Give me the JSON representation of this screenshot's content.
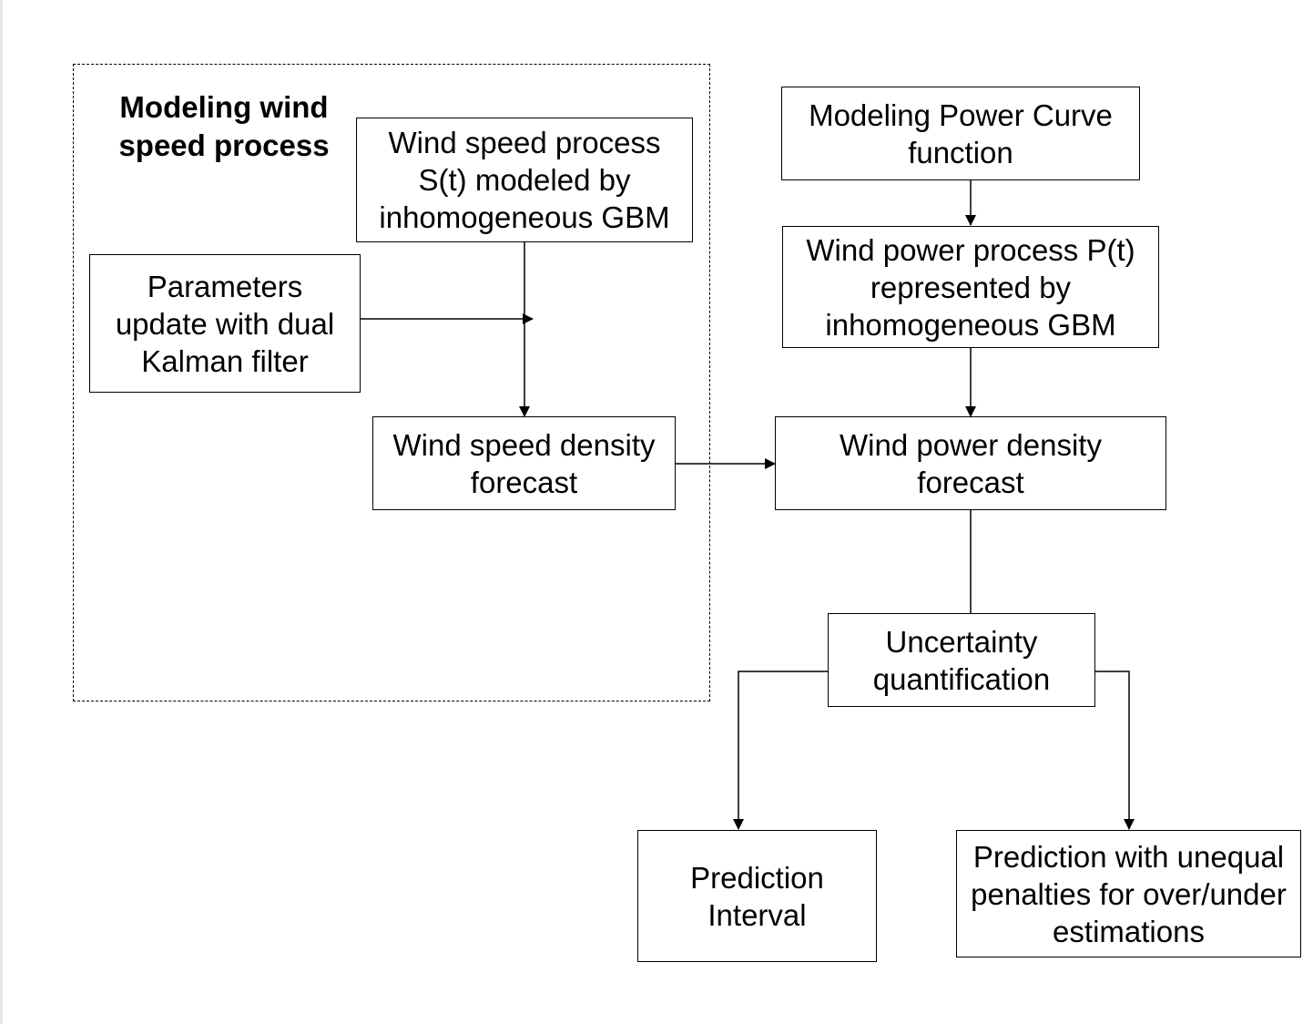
{
  "group": {
    "title": "Modeling wind\nspeed process"
  },
  "nodes": {
    "wind_speed_process": "Wind speed process\nS(t) modeled by\ninhomogeneous GBM",
    "parameters_update": "Parameters\nupdate with dual\nKalman filter",
    "wind_speed_density": "Wind speed density\nforecast",
    "power_curve": "Modeling Power Curve\nfunction",
    "wind_power_process": "Wind power process P(t)\nrepresented by\ninhomogeneous GBM",
    "wind_power_density": "Wind power density\nforecast",
    "uncertainty": "Uncertainty\nquantification",
    "prediction_interval": "Prediction\nInterval",
    "unequal_penalties": "Prediction with unequal\npenalties for over/under\nestimations"
  }
}
